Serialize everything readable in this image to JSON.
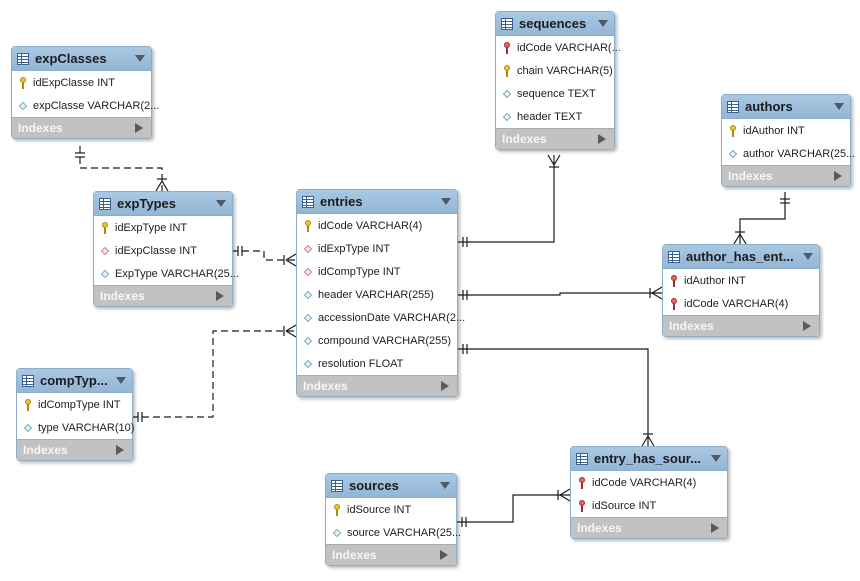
{
  "tables": [
    {
      "id": "expClasses",
      "title": "expClasses",
      "indexes_label": "Indexes",
      "columns": [
        {
          "icon": "pk",
          "text": "idExpClasse INT"
        },
        {
          "icon": "dm",
          "text": "expClasse VARCHAR(2..."
        }
      ]
    },
    {
      "id": "sequences",
      "title": "sequences",
      "indexes_label": "Indexes",
      "columns": [
        {
          "icon": "fk",
          "text": "idCode VARCHAR(..."
        },
        {
          "icon": "pk",
          "text": "chain VARCHAR(5)"
        },
        {
          "icon": "dm",
          "text": "sequence TEXT"
        },
        {
          "icon": "dm",
          "text": "header TEXT"
        }
      ]
    },
    {
      "id": "authors",
      "title": "authors",
      "indexes_label": "Indexes",
      "columns": [
        {
          "icon": "pk",
          "text": "idAuthor INT"
        },
        {
          "icon": "dm",
          "text": "author VARCHAR(25..."
        }
      ]
    },
    {
      "id": "expTypes",
      "title": "expTypes",
      "indexes_label": "Indexes",
      "columns": [
        {
          "icon": "pk",
          "text": "idExpType INT"
        },
        {
          "icon": "dr",
          "text": "idExpClasse INT"
        },
        {
          "icon": "dm",
          "text": "ExpType VARCHAR(25..."
        }
      ]
    },
    {
      "id": "entries",
      "title": "entries",
      "indexes_label": "Indexes",
      "columns": [
        {
          "icon": "pk",
          "text": "idCode VARCHAR(4)"
        },
        {
          "icon": "dr",
          "text": "idExpType INT"
        },
        {
          "icon": "dr",
          "text": "idCompType INT"
        },
        {
          "icon": "dm",
          "text": "header VARCHAR(255)"
        },
        {
          "icon": "dm",
          "text": "accessionDate VARCHAR(2..."
        },
        {
          "icon": "dm",
          "text": "compound VARCHAR(255)"
        },
        {
          "icon": "dm",
          "text": "resolution FLOAT"
        }
      ]
    },
    {
      "id": "author_has_entries",
      "title": "author_has_ent...",
      "indexes_label": "Indexes",
      "columns": [
        {
          "icon": "fk",
          "text": "idAuthor INT"
        },
        {
          "icon": "fk",
          "text": "idCode VARCHAR(4)"
        }
      ]
    },
    {
      "id": "compTypes",
      "title": "compTyp...",
      "indexes_label": "Indexes",
      "columns": [
        {
          "icon": "pk",
          "text": "idCompType INT"
        },
        {
          "icon": "dm",
          "text": "type VARCHAR(10)"
        }
      ]
    },
    {
      "id": "sources",
      "title": "sources",
      "indexes_label": "Indexes",
      "columns": [
        {
          "icon": "pk",
          "text": "idSource INT"
        },
        {
          "icon": "dm",
          "text": "source VARCHAR(25..."
        }
      ]
    },
    {
      "id": "entry_has_sources",
      "title": "entry_has_sour...",
      "indexes_label": "Indexes",
      "columns": [
        {
          "icon": "fk",
          "text": "idCode VARCHAR(4)"
        },
        {
          "icon": "fk",
          "text": "idSource INT"
        }
      ]
    }
  ],
  "relationships": [
    {
      "from": "expClasses",
      "to": "expTypes",
      "identifying": false
    },
    {
      "from": "expTypes",
      "to": "entries",
      "identifying": false
    },
    {
      "from": "compTypes",
      "to": "entries",
      "identifying": false
    },
    {
      "from": "entries",
      "to": "sequences",
      "identifying": true
    },
    {
      "from": "authors",
      "to": "author_has_entries",
      "identifying": true
    },
    {
      "from": "entries",
      "to": "author_has_entries",
      "identifying": true
    },
    {
      "from": "entries",
      "to": "entry_has_sources",
      "identifying": true
    },
    {
      "from": "sources",
      "to": "entry_has_sources",
      "identifying": true
    }
  ]
}
